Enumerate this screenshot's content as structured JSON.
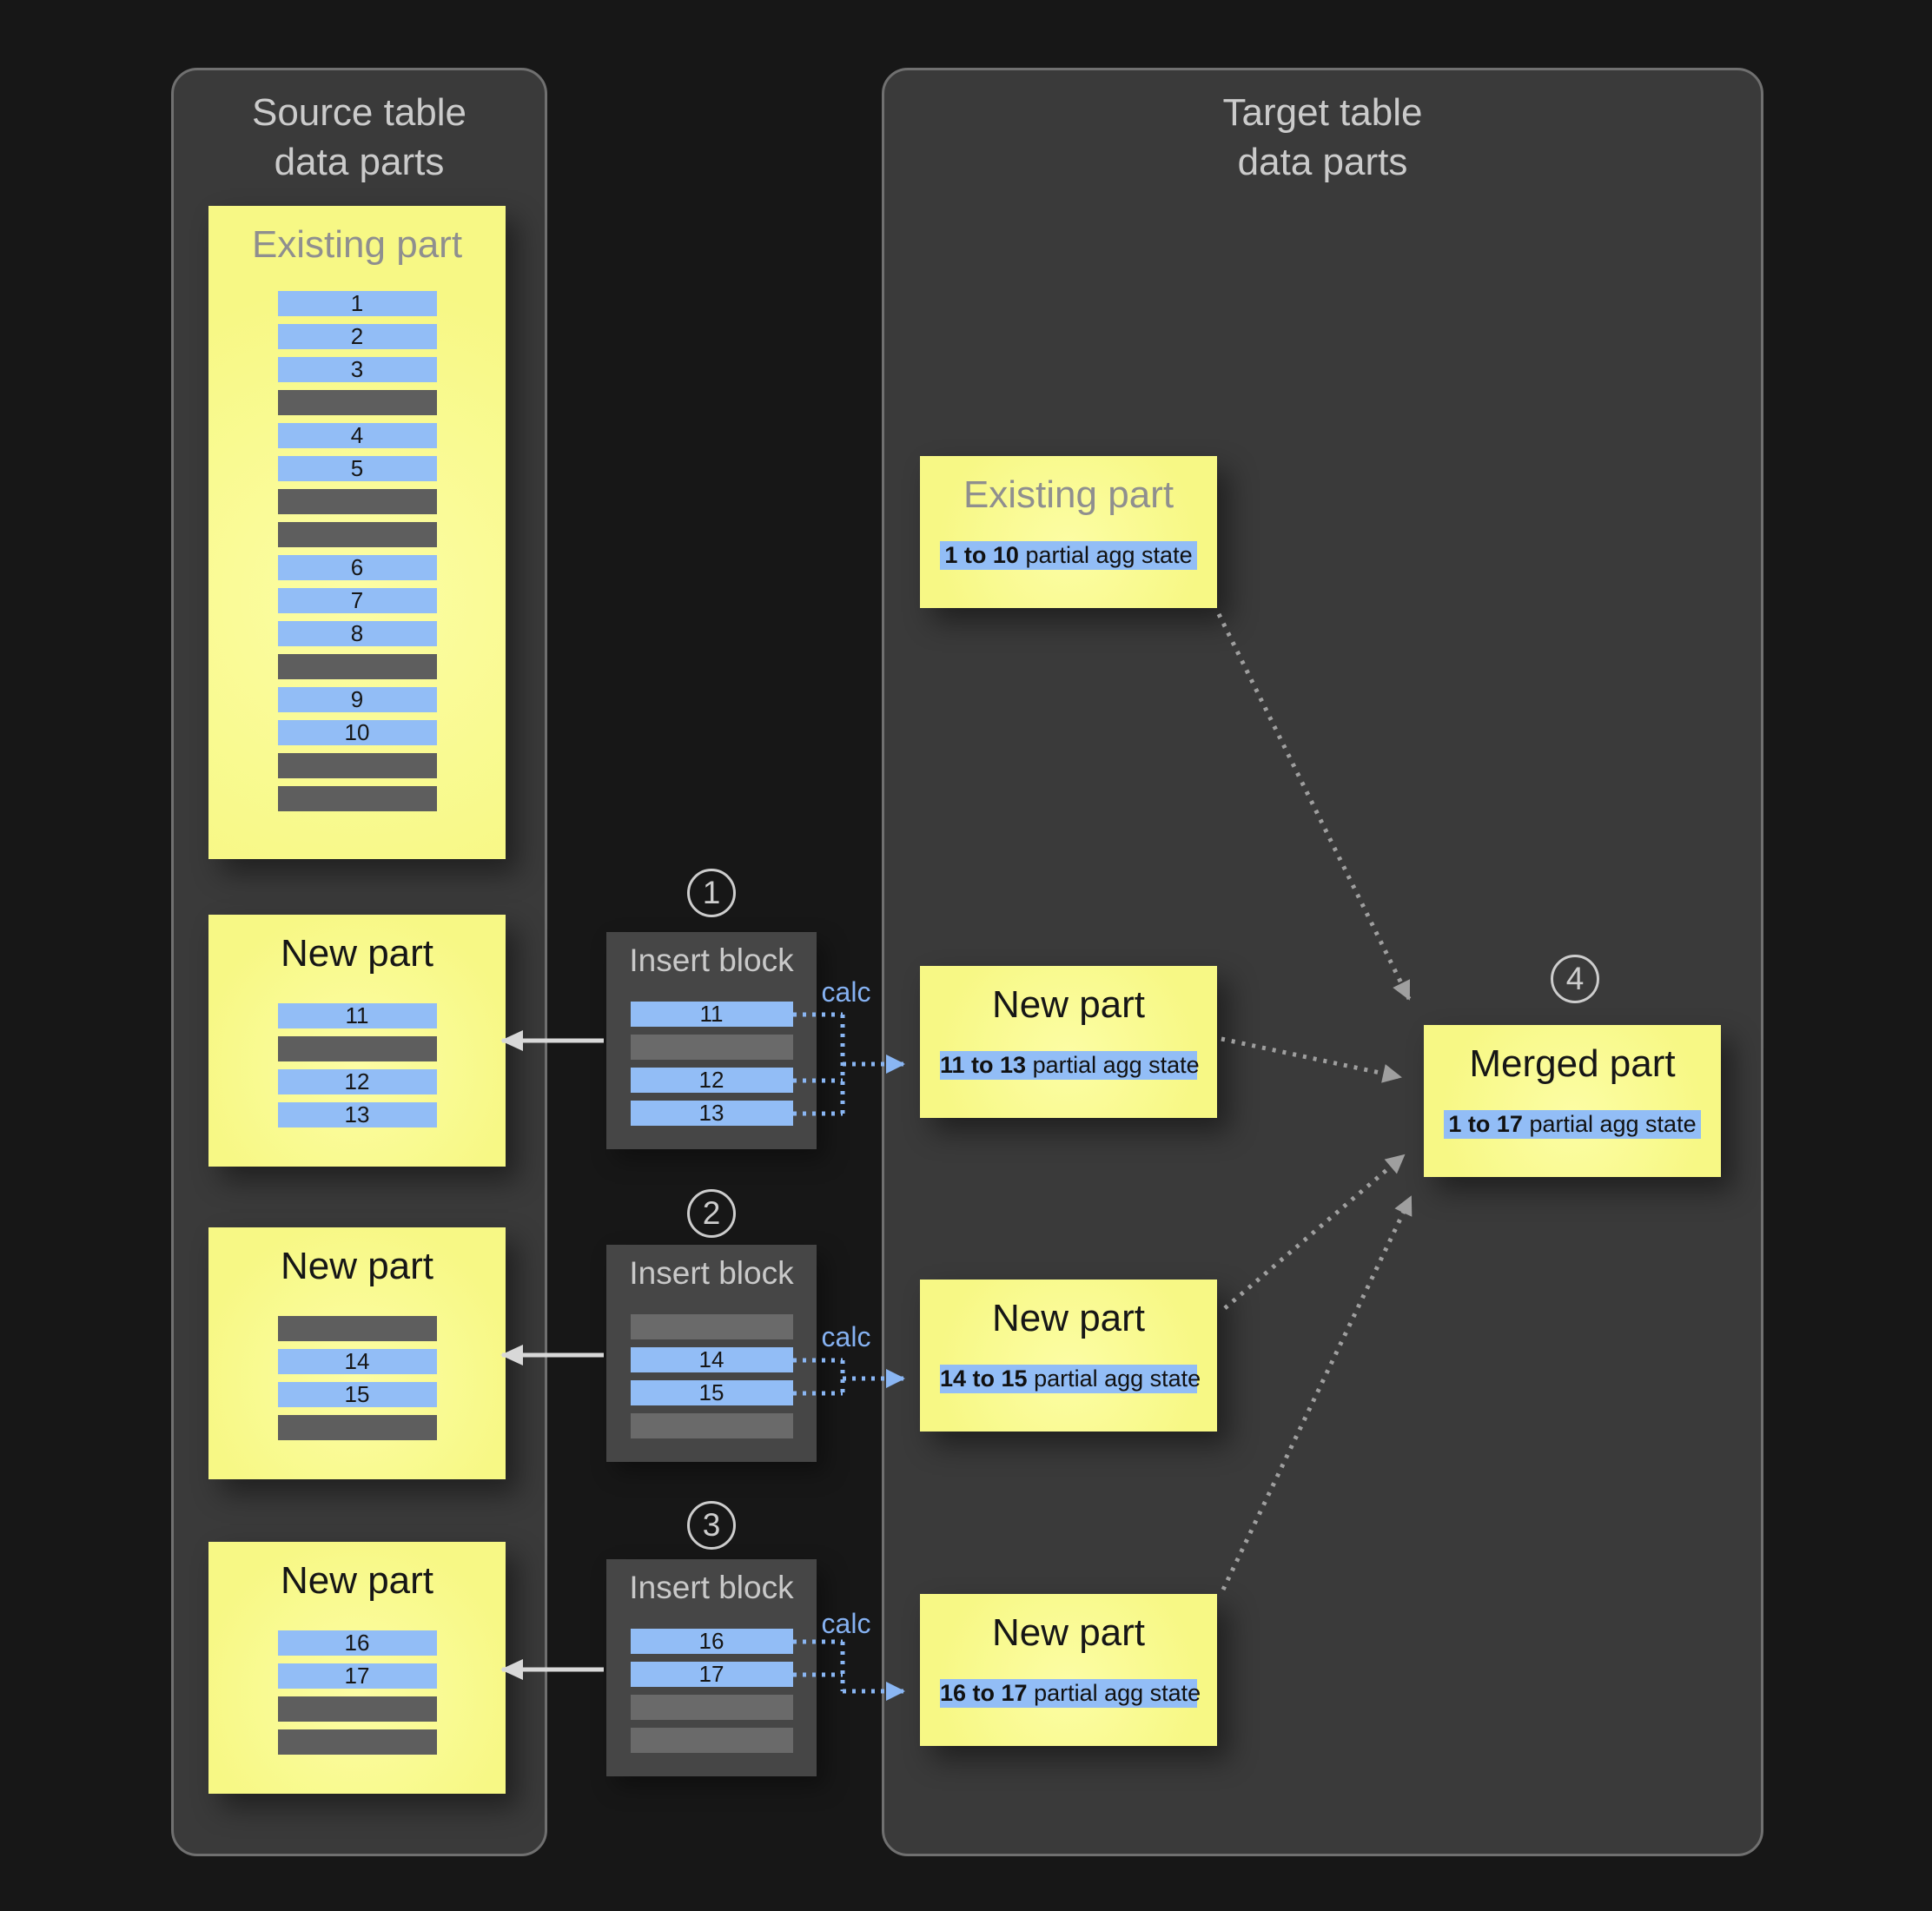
{
  "colors": {
    "background": "#171717",
    "panel_bg": "#3a3a3a",
    "panel_border": "#707070",
    "yellow_box": "#f8f98d",
    "blue_row": "#92bdf6",
    "gray_row": "#5e5e5e",
    "insert_gray_row": "#6a6a6a",
    "calc_blue": "#85b1f1",
    "dotted_arrow_gray": "#9f9f9f",
    "solid_arrow_gray": "#d8d8d8"
  },
  "source_panel": {
    "title": "Source table\ndata parts",
    "existing_part": {
      "title": "Existing part",
      "rows": [
        "1",
        "2",
        "3",
        "",
        "4",
        "5",
        "",
        "",
        "6",
        "7",
        "8",
        "",
        "9",
        "10",
        "",
        ""
      ]
    },
    "new_parts": [
      {
        "title": "New part",
        "rows": [
          "11",
          "",
          "12",
          "13"
        ]
      },
      {
        "title": "New part",
        "rows": [
          "",
          "14",
          "15",
          ""
        ]
      },
      {
        "title": "New part",
        "rows": [
          "16",
          "17",
          "",
          ""
        ]
      }
    ]
  },
  "insert_blocks": [
    {
      "step": "1",
      "title": "Insert block",
      "calc": "calc",
      "rows": [
        "11",
        "",
        "12",
        "13"
      ]
    },
    {
      "step": "2",
      "title": "Insert block",
      "calc": "calc",
      "rows": [
        "",
        "14",
        "15",
        ""
      ]
    },
    {
      "step": "3",
      "title": "Insert block",
      "calc": "calc",
      "rows": [
        "16",
        "17",
        "",
        ""
      ]
    }
  ],
  "target_panel": {
    "title": "Target table\ndata parts",
    "parts": [
      {
        "title": "Existing part",
        "range": "1 to 10",
        "label": "partial agg state"
      },
      {
        "title": "New part",
        "range": "11 to 13",
        "label": "partial agg state"
      },
      {
        "title": "New part",
        "range": "14 to 15",
        "label": "partial agg state"
      },
      {
        "title": "New part",
        "range": "16 to 17",
        "label": "partial agg state"
      }
    ],
    "merged_part": {
      "step": "4",
      "title": "Merged part",
      "range": "1 to 17",
      "label": "partial agg state"
    }
  }
}
